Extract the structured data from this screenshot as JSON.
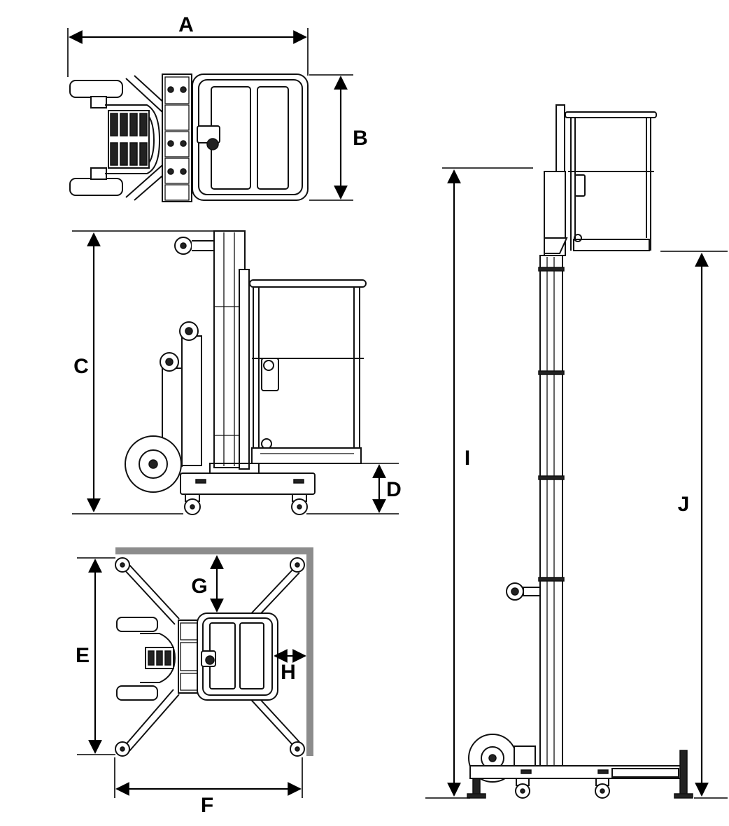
{
  "labels": {
    "a": "A",
    "b": "B",
    "c": "C",
    "d": "D",
    "e": "E",
    "f": "F",
    "g": "G",
    "h": "H",
    "i": "I",
    "j": "J"
  },
  "colors": {
    "ink": "#111111",
    "wall": "#8c8c8c",
    "background": "#ffffff"
  }
}
